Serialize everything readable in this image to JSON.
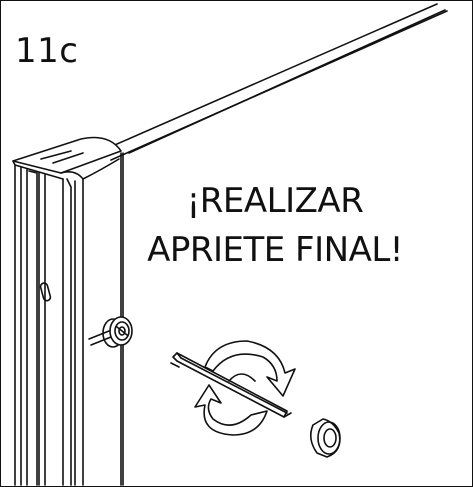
{
  "panel": {
    "step_number": "11c",
    "instruction_line1": "¡REALIZAR",
    "instruction_line2": "APRIETE FINAL!"
  },
  "icons": [
    "rail-bar",
    "upright-profile",
    "knob-screw",
    "allen-key",
    "rotation-arrows-icon",
    "cap-plug"
  ],
  "colors": {
    "line": "#111111",
    "background": "#ffffff"
  }
}
